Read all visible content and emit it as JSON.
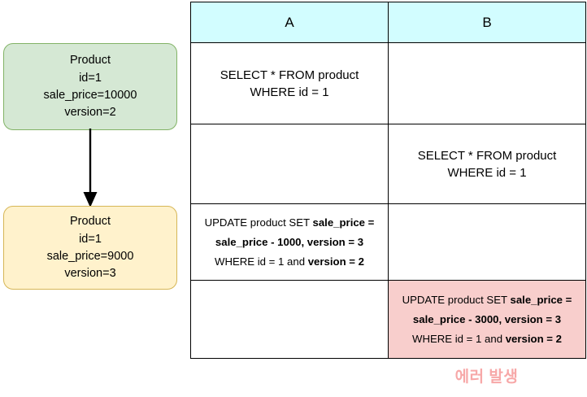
{
  "diagram": {
    "before": {
      "title": "Product",
      "id": "id=1",
      "sale_price": "sale_price=10000",
      "version": "version=2",
      "fill": "#d5e8d4",
      "stroke": "#82b366"
    },
    "after": {
      "title": "Product",
      "id": "id=1",
      "sale_price": "sale_price=9000",
      "version": "version=3",
      "fill": "#fff2cc",
      "stroke": "#d6b656"
    },
    "arrow": "down-arrow-icon"
  },
  "table": {
    "header_fill": "#d2fdff",
    "columns": [
      "A",
      "B"
    ],
    "rows": [
      {
        "a": {
          "line1": "SELECT * FROM product",
          "line2": "WHERE id = 1"
        },
        "b": {
          "line1": "",
          "line2": ""
        }
      },
      {
        "a": {
          "line1": "",
          "line2": ""
        },
        "b": {
          "line1": "SELECT * FROM product",
          "line2": "WHERE id = 1"
        }
      },
      {
        "a": {
          "p1": "UPDATE product SET ",
          "p2": "sale_price = sale_price - 1000, version = 3",
          "p3": " WHERE id = 1 and ",
          "p4": "version = 2"
        },
        "b": {
          "p1": "",
          "p2": "",
          "p3": "",
          "p4": ""
        }
      },
      {
        "a": {
          "p1": "",
          "p2": "",
          "p3": "",
          "p4": ""
        },
        "b": {
          "p1": "UPDATE product SET ",
          "p2": "sale_price = sale_price - 3000, version = 3",
          "p3": "  WHERE id = 1 and ",
          "p4": "version = 2",
          "fill": "#f8cecc",
          "state": "error"
        }
      }
    ]
  },
  "caption": {
    "text": "에러 발생",
    "color": "#f7a8a8"
  }
}
